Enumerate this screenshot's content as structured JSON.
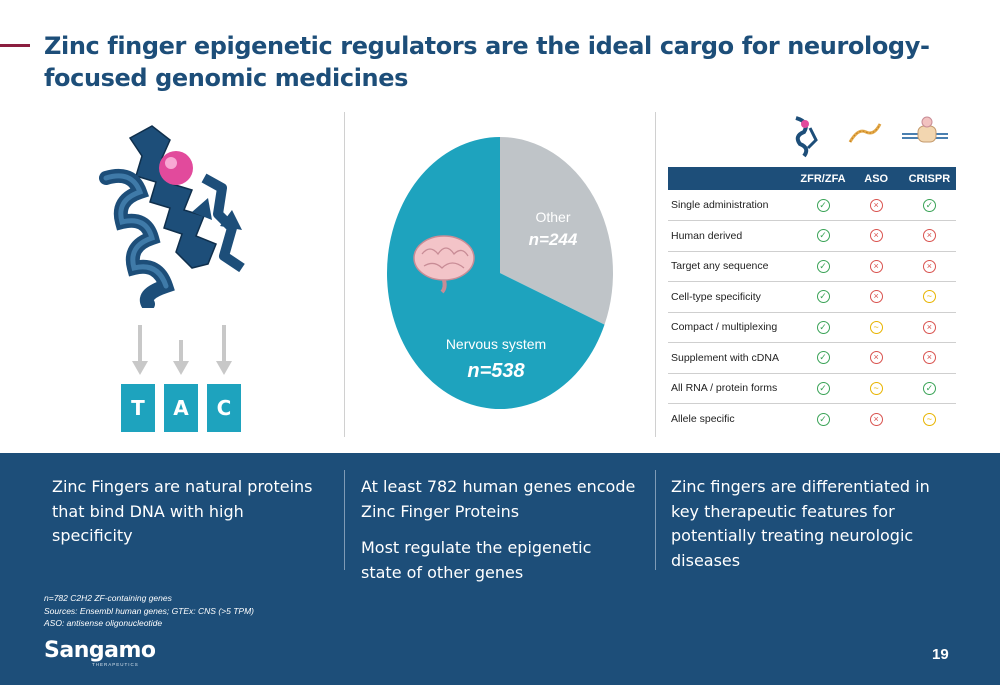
{
  "title": "Zinc finger epigenetic regulators are the ideal cargo for neurology-focused genomic medicines",
  "letters": [
    "T",
    "A",
    "C"
  ],
  "pie": {
    "slices": [
      {
        "label": "Nervous system",
        "n_label": "n=538",
        "value": 538,
        "color": "#1ea3be"
      },
      {
        "label": "Other",
        "n_label": "n=244",
        "value": 244,
        "color": "#bfc4c8"
      }
    ]
  },
  "table": {
    "headers": [
      "",
      "ZFR/ZFA",
      "ASO",
      "CRISPR"
    ],
    "rows": [
      {
        "feature": "Single administration",
        "marks": [
          "check",
          "cross",
          "check"
        ]
      },
      {
        "feature": "Human derived",
        "marks": [
          "check",
          "cross",
          "cross"
        ]
      },
      {
        "feature": "Target any sequence",
        "marks": [
          "check",
          "cross",
          "cross"
        ]
      },
      {
        "feature": "Cell-type specificity",
        "marks": [
          "check",
          "cross",
          "tilde"
        ]
      },
      {
        "feature": "Compact / multiplexing",
        "marks": [
          "check",
          "tilde",
          "cross"
        ]
      },
      {
        "feature": "Supplement with cDNA",
        "marks": [
          "check",
          "cross",
          "cross"
        ]
      },
      {
        "feature": "All RNA / protein forms",
        "marks": [
          "check",
          "tilde",
          "check"
        ]
      },
      {
        "feature": "Allele specific",
        "marks": [
          "check",
          "cross",
          "tilde"
        ]
      }
    ]
  },
  "bottom": {
    "col1": "Zinc Fingers are natural proteins that bind DNA with high specificity",
    "col2_a": "At least 782 human genes encode Zinc Finger Proteins",
    "col2_b": "Most regulate the epigenetic state of other genes",
    "col3": "Zinc fingers are differentiated in key therapeutic features for potentially treating neurologic diseases"
  },
  "footnotes": [
    "n=782 C2H2 ZF-containing genes",
    "Sources: Ensembl human genes; GTEx: CNS (>5 TPM)",
    "ASO: antisense oligonucleotide"
  ],
  "logo": {
    "name": "Sangamo",
    "sub": "THERAPEUTICS"
  },
  "page_number": "19",
  "colors": {
    "title": "#1d4e79",
    "accent": "#8b1e3f",
    "teal": "#1ea3be",
    "grey": "#bfc4c8",
    "band": "#1d4e79"
  }
}
